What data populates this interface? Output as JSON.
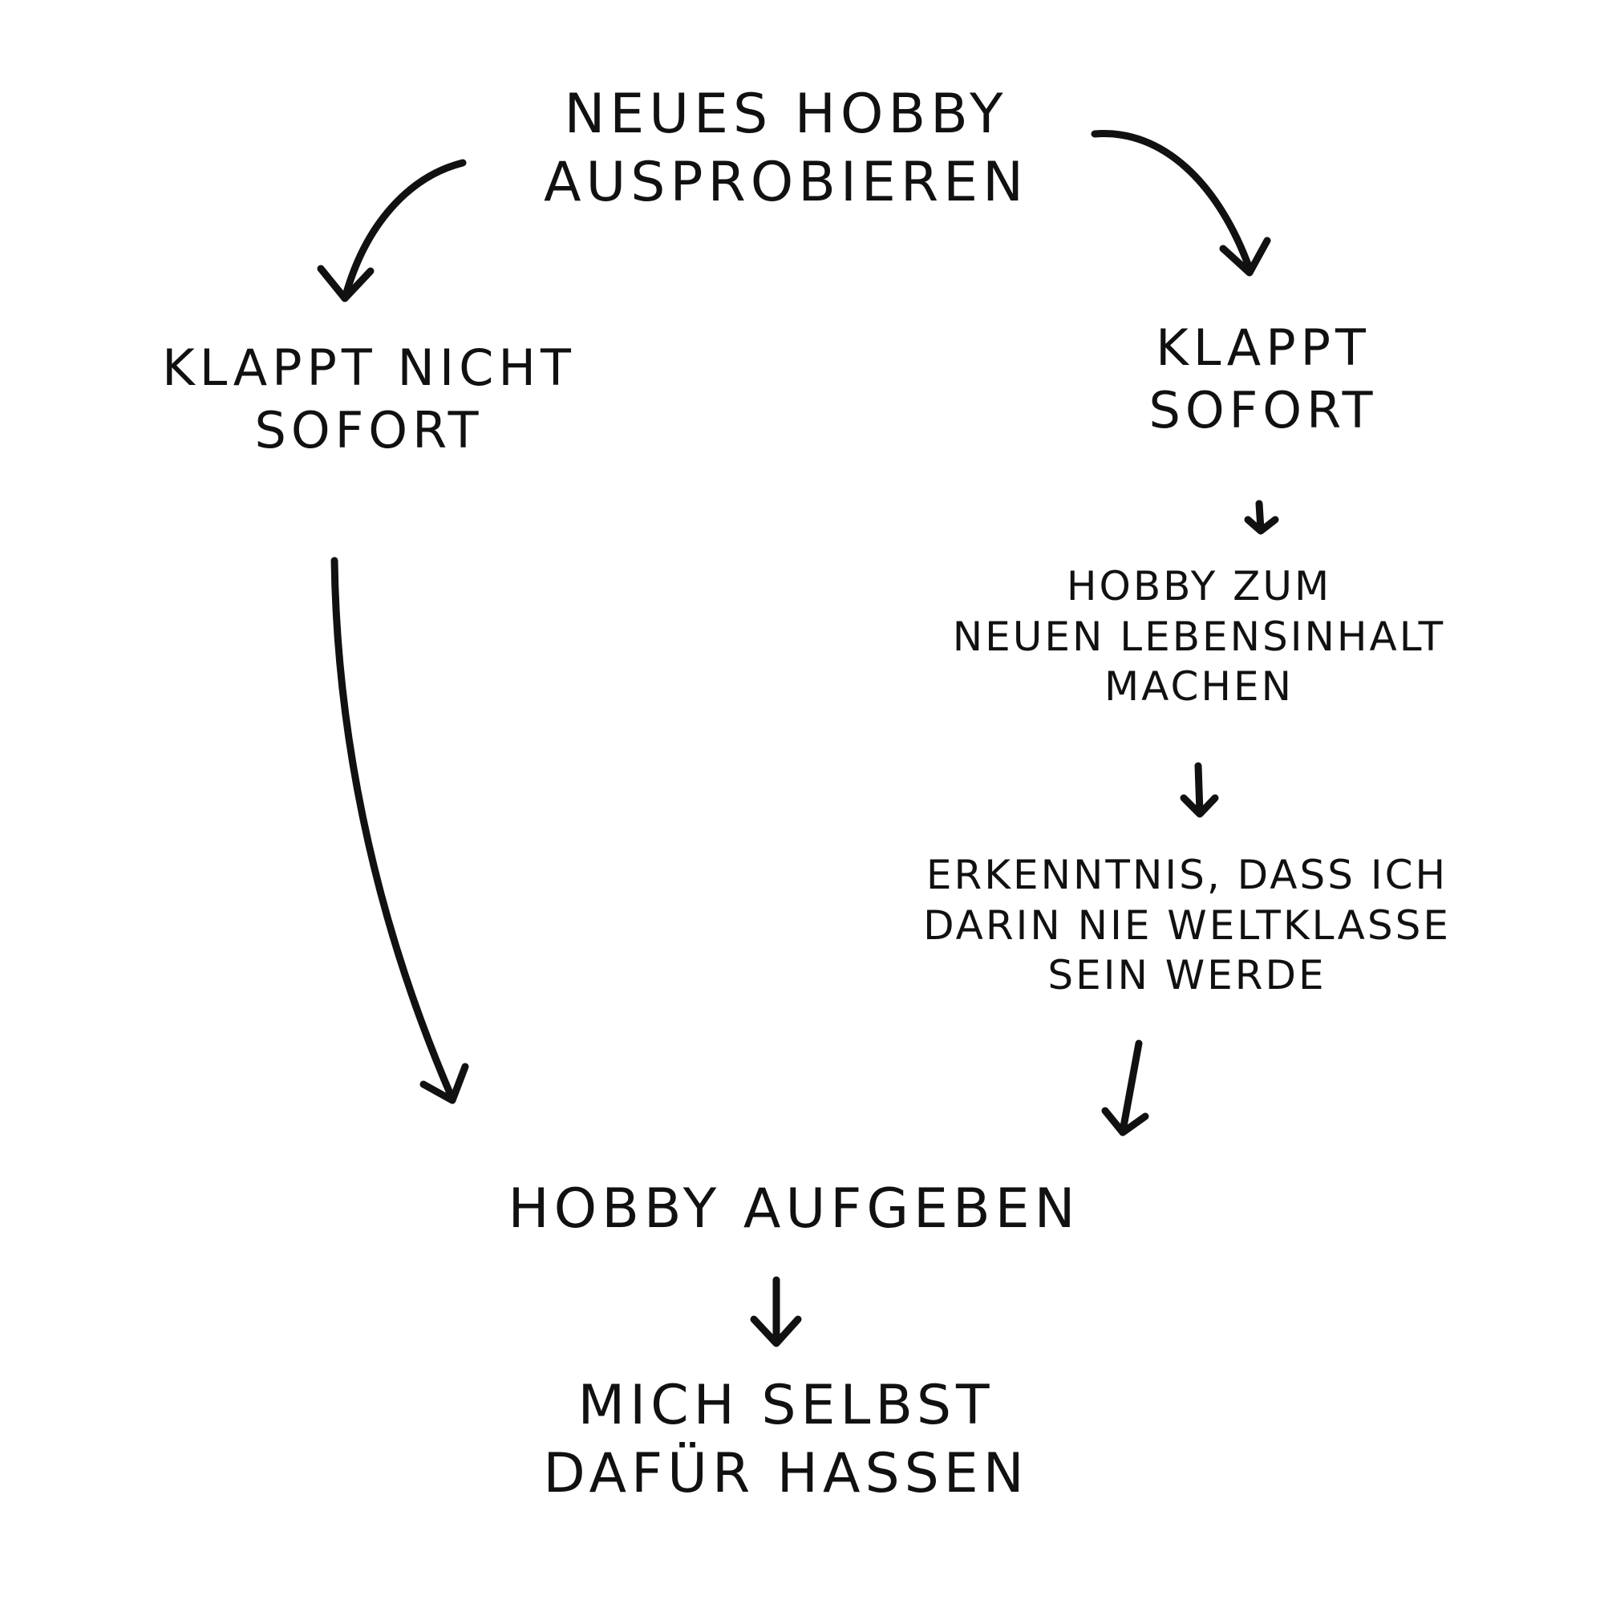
{
  "nodes": {
    "start": [
      "Neues Hobby",
      "ausprobieren"
    ],
    "fail": [
      "Klappt nicht",
      "sofort"
    ],
    "success": [
      "Klappt",
      "sofort"
    ],
    "obsession": [
      "Hobby zum",
      "neuen Lebensinhalt",
      "machen"
    ],
    "realization": [
      "Erkenntnis, dass ich",
      "darin nie Weltklasse",
      "sein werde"
    ],
    "quit": [
      "Hobby aufgeben"
    ],
    "hate": [
      "Mich selbst",
      "dafür hassen"
    ]
  }
}
